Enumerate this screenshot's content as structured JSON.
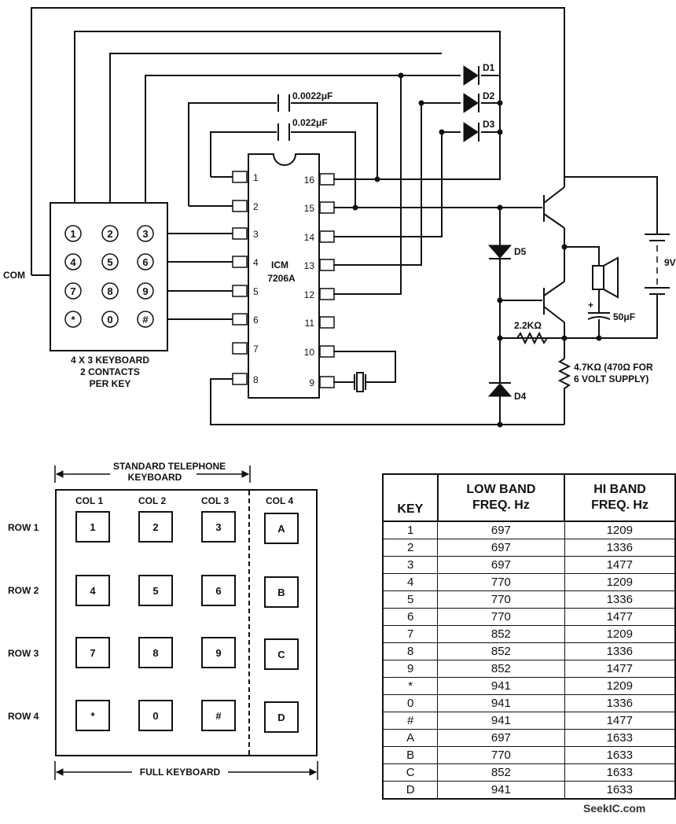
{
  "circuit": {
    "keypad_keys": [
      "1",
      "2",
      "3",
      "4",
      "5",
      "6",
      "7",
      "8",
      "9",
      "*",
      "0",
      "#"
    ],
    "keypad_caption": [
      "4 X 3 KEYBOARD",
      "2 CONTACTS",
      "PER KEY"
    ],
    "com_label": "COM",
    "ic_label": [
      "ICM",
      "7206A"
    ],
    "pins_left": [
      "1",
      "2",
      "3",
      "4",
      "5",
      "6",
      "7",
      "8"
    ],
    "pins_right": [
      "16",
      "15",
      "14",
      "13",
      "12",
      "11",
      "10",
      "9"
    ],
    "cap1": "0.0022μF",
    "cap2": "0.022μF",
    "diodes": [
      "D1",
      "D2",
      "D3",
      "D4",
      "D5"
    ],
    "res1": "2.2KΩ",
    "res2_lines": [
      "4.7KΩ  (470Ω FOR",
      "6 VOLT SUPPLY)"
    ],
    "cap3": "50μF",
    "cap3_plus": "+",
    "battery": "9V"
  },
  "keyboard": {
    "standard_label": [
      "STANDARD TELEPHONE",
      "KEYBOARD"
    ],
    "full_label": "FULL KEYBOARD",
    "cols": [
      "COL 1",
      "COL 2",
      "COL 3",
      "COL 4"
    ],
    "rows": [
      "ROW 1",
      "ROW 2",
      "ROW 3",
      "ROW 4"
    ],
    "keys": [
      [
        "1",
        "2",
        "3",
        "A"
      ],
      [
        "4",
        "5",
        "6",
        "B"
      ],
      [
        "7",
        "8",
        "9",
        "C"
      ],
      [
        "*",
        "0",
        "#",
        "D"
      ]
    ]
  },
  "table": {
    "headers": [
      "KEY",
      "LOW BAND FREQ. Hz",
      "HI BAND FREQ. Hz"
    ],
    "rows": [
      {
        "key": "1",
        "low": "697",
        "high": "1209"
      },
      {
        "key": "2",
        "low": "697",
        "high": "1336"
      },
      {
        "key": "3",
        "low": "697",
        "high": "1477"
      },
      {
        "key": "4",
        "low": "770",
        "high": "1209"
      },
      {
        "key": "5",
        "low": "770",
        "high": "1336"
      },
      {
        "key": "6",
        "low": "770",
        "high": "1477"
      },
      {
        "key": "7",
        "low": "852",
        "high": "1209"
      },
      {
        "key": "8",
        "low": "852",
        "high": "1336"
      },
      {
        "key": "9",
        "low": "852",
        "high": "1477"
      },
      {
        "key": "*",
        "low": "941",
        "high": "1209"
      },
      {
        "key": "0",
        "low": "941",
        "high": "1336"
      },
      {
        "key": "#",
        "low": "941",
        "high": "1477"
      },
      {
        "key": "A",
        "low": "697",
        "high": "1633"
      },
      {
        "key": "B",
        "low": "770",
        "high": "1633"
      },
      {
        "key": "C",
        "low": "852",
        "high": "1633"
      },
      {
        "key": "D",
        "low": "941",
        "high": "1633"
      }
    ]
  },
  "watermark": "SeekIC.com"
}
